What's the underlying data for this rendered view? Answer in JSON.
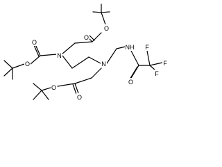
{
  "atom_labels": {
    "o_carbonyl_top": "O",
    "o_ester_top": "O",
    "o_carbonyl_left": "O",
    "o_ester_left": "O",
    "n_left": "N",
    "n_mid": "N",
    "n_amide": "NH",
    "f_top": "F",
    "f_right": "F",
    "f_bottom": "F",
    "o_amide": "O",
    "o_ester_bottom": "O",
    "o_carbonyl_bottom": "O"
  }
}
